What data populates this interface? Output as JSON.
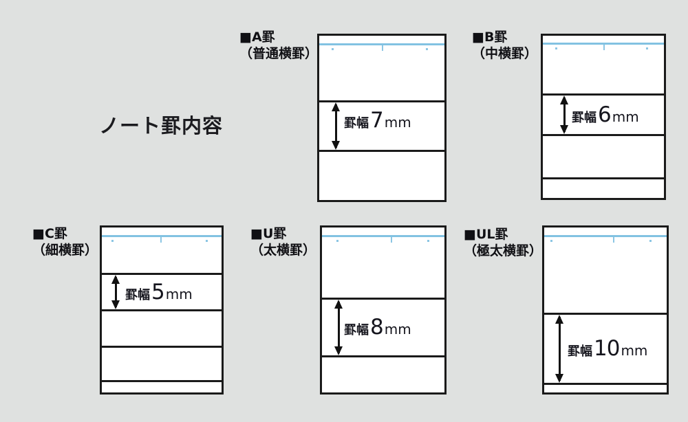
{
  "title": "ノート罫内容",
  "colors": {
    "background": "#dfe1e0",
    "card_background": "#ffffff",
    "rule_line_black": "#1a1a1a",
    "header_line_blue": "#82c2e2",
    "text": "#15151d"
  },
  "panels": [
    {
      "id": "A",
      "label": "■A罫",
      "sublabel": "（普通横罫）",
      "dim_label": "罫幅",
      "dim_value": "7",
      "dim_unit": "mm"
    },
    {
      "id": "B",
      "label": "■B罫",
      "sublabel": "（中横罫）",
      "dim_label": "罫幅",
      "dim_value": "6",
      "dim_unit": "mm"
    },
    {
      "id": "C",
      "label": "■C罫",
      "sublabel": "（細横罫）",
      "dim_label": "罫幅",
      "dim_value": "5",
      "dim_unit": "mm"
    },
    {
      "id": "U",
      "label": "■U罫",
      "sublabel": "（太横罫）",
      "dim_label": "罫幅",
      "dim_value": "8",
      "dim_unit": "mm"
    },
    {
      "id": "UL",
      "label": "■UL罫",
      "sublabel": "（極太横罫）",
      "dim_label": "罫幅",
      "dim_value": "10",
      "dim_unit": "mm"
    }
  ]
}
